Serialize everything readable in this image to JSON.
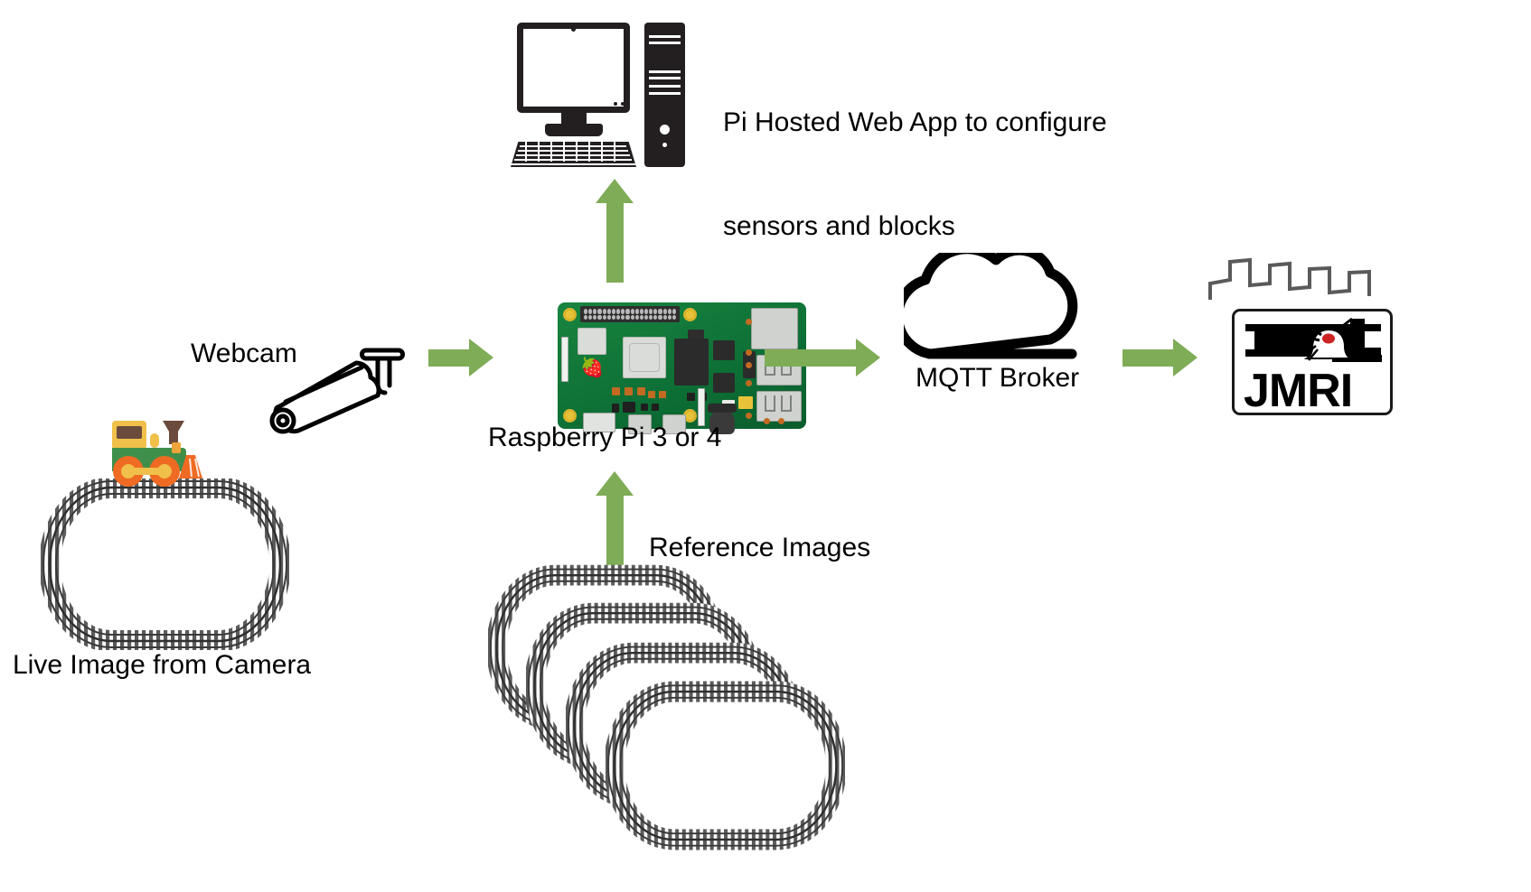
{
  "diagram": {
    "title": "Model Railroad Camera Block Detection Architecture",
    "background_color": "#ffffff",
    "arrow_color": "#7fac57",
    "text_color": "#000000"
  },
  "nodes": {
    "web_app": {
      "icon": "desktop-computer-icon",
      "label_line1": "Pi Hosted Web App to configure",
      "label_line2": "sensors and blocks"
    },
    "webcam": {
      "icon": "security-camera-icon",
      "label": "Webcam"
    },
    "raspberry_pi": {
      "icon": "raspberry-pi-board-icon",
      "label": "Raspberry Pi 3 or 4"
    },
    "mqtt_broker": {
      "icon": "cloud-icon",
      "label": "MQTT Broker"
    },
    "jmri": {
      "icon": "jmri-logo-icon",
      "logo_text": "JMRI",
      "signal_icon": "square-wave-icon",
      "locomotive_icon": "steam-locomotive-silhouette-icon"
    },
    "live_image": {
      "icon": "train-track-loop-icon",
      "locomotive_icon": "toy-steam-locomotive-icon",
      "label": "Live Image from Camera"
    },
    "reference_images": {
      "icon": "stacked-train-track-loops-icon",
      "label": "Reference Images",
      "stack_count": 4
    }
  },
  "arrows": [
    {
      "name": "webcam-to-pi",
      "direction": "right"
    },
    {
      "name": "pi-to-webapp",
      "direction": "up"
    },
    {
      "name": "refimages-to-pi",
      "direction": "up"
    },
    {
      "name": "pi-to-mqtt",
      "direction": "right"
    },
    {
      "name": "mqtt-to-jmri",
      "direction": "right"
    }
  ],
  "chart_data": {
    "type": "diagram",
    "title": "Pi Camera Block Detection Data Flow",
    "nodes": [
      "Live Image from Camera",
      "Webcam",
      "Raspberry Pi 3 or 4",
      "Reference Images",
      "Pi Hosted Web App to configure sensors and blocks",
      "MQTT Broker",
      "JMRI"
    ],
    "edges": [
      {
        "from": "Webcam",
        "to": "Raspberry Pi 3 or 4"
      },
      {
        "from": "Reference Images",
        "to": "Raspberry Pi 3 or 4"
      },
      {
        "from": "Raspberry Pi 3 or 4",
        "to": "Pi Hosted Web App to configure sensors and blocks"
      },
      {
        "from": "Raspberry Pi 3 or 4",
        "to": "MQTT Broker"
      },
      {
        "from": "MQTT Broker",
        "to": "JMRI"
      }
    ]
  }
}
